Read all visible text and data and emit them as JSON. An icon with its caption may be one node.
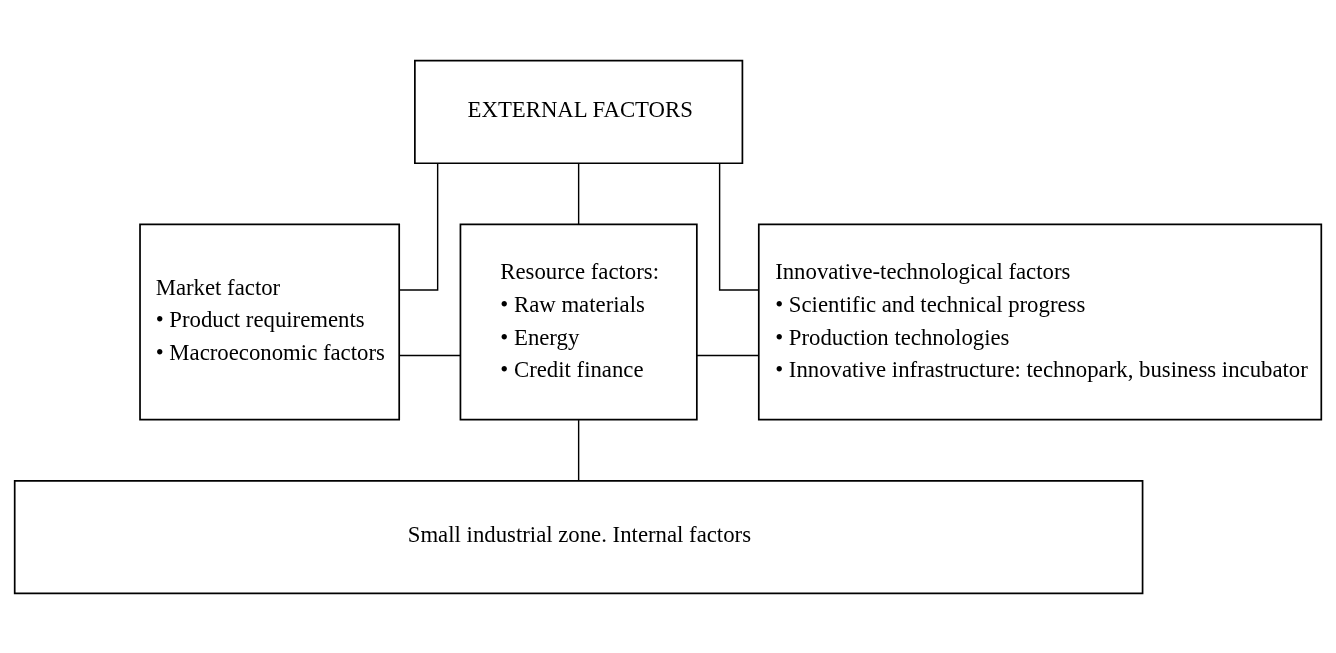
{
  "diagram": {
    "nodes": [
      {
        "text": [
          "EXTERNAL FACTORS"
        ]
      },
      {
        "text": [
          "Market factor",
          "• Product requirements",
          "• Macroeconomic factors"
        ]
      },
      {
        "text": [
          "Resource factors:",
          "• Raw materials",
          "• Energy",
          "• Credit finance"
        ]
      },
      {
        "text": [
          "Innovative-technological factors",
          "• Scientific and technical progress",
          "• Production technologies",
          "• Innovative infrastructure: technopark, business incubator"
        ]
      },
      {
        "text": [
          "Small industrial zone. Internal factors"
        ]
      }
    ],
    "edges": [
      {
        "from": 0,
        "to": 1,
        "arrow": "none"
      },
      {
        "from": 0,
        "to": 2,
        "arrow": "none"
      },
      {
        "from": 0,
        "to": 3,
        "arrow": "none"
      },
      {
        "from": 1,
        "to": 2,
        "arrow": "none"
      },
      {
        "from": 2,
        "to": 3,
        "arrow": "none"
      },
      {
        "from": 2,
        "to": 4,
        "arrow": "none"
      }
    ]
  }
}
